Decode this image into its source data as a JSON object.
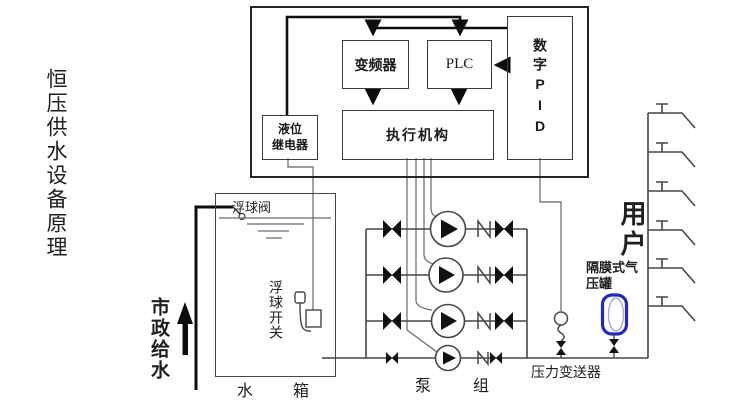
{
  "page_title": "恒压供水设备原理",
  "control_panel": {
    "vfd_label": "变频器",
    "plc_label": "PLC",
    "pid_label": "数字PID",
    "level_relay_line1": "液位",
    "level_relay_line2": "继电器",
    "actuator_label": "执行机构"
  },
  "water_tank": {
    "float_valve_label": "浮球阀",
    "float_switch_label": "浮球开关",
    "tank_label": "水箱"
  },
  "municipal_supply_label": "市政给水",
  "pump_group_label": "泵组",
  "pump_count": 4,
  "pressure_transmitter_label": "压力变送器",
  "diaphragm_tank_label": "隔膜式气压罐",
  "users_label": "用户",
  "user_branch_count": 6,
  "colors": {
    "line": "#474747",
    "signal": "#0d0d0d",
    "wire": "#7d7d7d",
    "tank_blue": "#2329bd",
    "tank_blue_light": "#a9aace"
  }
}
